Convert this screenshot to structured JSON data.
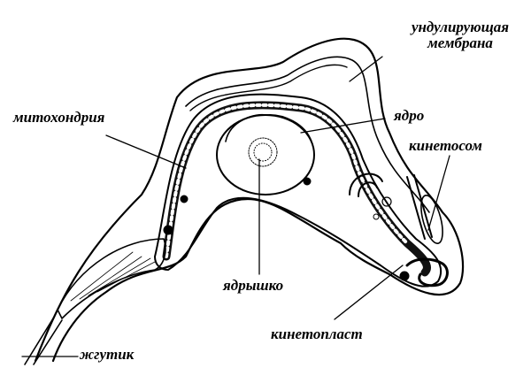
{
  "figure": {
    "subject": "trypanosome cell structure",
    "labels": {
      "undulating_membrane_line1": "ундулирующая",
      "undulating_membrane_line2": "мембрана",
      "nucleus": "ядро",
      "mitochondria": "митохондрия",
      "kinetosome": "кинетосом",
      "nucleolus": "ядрышко",
      "kinetoplast": "кинетопласт",
      "flagellum": "жгутик"
    },
    "colors": {
      "ink": "#000000",
      "background": "#ffffff"
    }
  }
}
